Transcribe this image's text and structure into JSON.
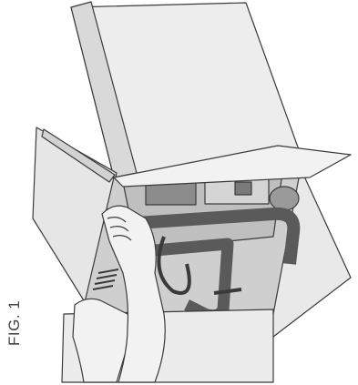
{
  "figure": {
    "label": "FIG. 1",
    "colors": {
      "box_light": "#ededed",
      "box_mid": "#d9d9d9",
      "box_shadow": "#bdbdbd",
      "frame_dark": "#5a5a5a",
      "frame_mid": "#8a8a8a",
      "outline": "#3a3a3a",
      "hand": "#f2f2f2"
    },
    "icons": [
      "open-box-drawing",
      "hands-drawing",
      "generator-frame-drawing"
    ]
  }
}
